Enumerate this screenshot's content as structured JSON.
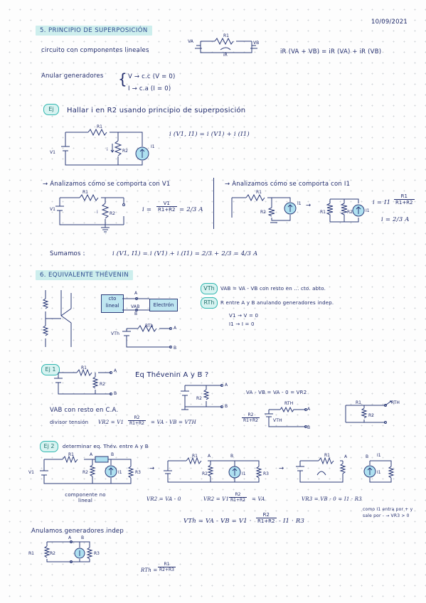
{
  "date": "10/09/2021",
  "section5": {
    "heading": "5. PRINCIPIO DE SUPERPOSICIÓN",
    "intro": "circuito con componentes lineales",
    "formula_main": "iR (VA + VB) = iR (VA) + iR (VB)",
    "anular": "Anular generadores",
    "rule_v": "V → c.c (V = 0)",
    "rule_i": "I → c.a (I = 0)",
    "c1_labels": {
      "r1": "R1",
      "va": "VA",
      "vb": "VB",
      "ir": "iR"
    }
  },
  "ej1": {
    "badge": "Ej",
    "task": "Hallar i en R2 usando principio de superposición",
    "relation": "i (V1, I1) = i (V1) + i (I1)",
    "labels": {
      "r1": "R1",
      "r2": "R2",
      "v1": "V1",
      "i1": "I1",
      "i": "i"
    },
    "analysis_v": "→ Analizamos cómo se comporta con V1",
    "analysis_i": "→ Analizamos cómo se comporta con I1",
    "eq_v_lhs": "i =",
    "eq_v_num": "V1",
    "eq_v_den": "R1+R2",
    "eq_v_rhs": "= 2/3 A",
    "eq_i_lhs": "i = I1",
    "eq_i_num": "R1",
    "eq_i_den": "R1+R2",
    "eq_i_rhs": "i = 2/3 A",
    "sumamos_label": "Sumamos :",
    "sumamos_eq": "i (V1, I1) = i (V1) + i (I1) = 2/3 + 2/3 = 4/3 A"
  },
  "section6": {
    "heading": "6. EQUIVALENTE THÉVENIN",
    "box_lineal": "cto lineal",
    "box_electr": "Electrón",
    "vab": "VAB",
    "vth_label": "VTh",
    "rth_label": "RTh",
    "a": "A",
    "b": "B",
    "vth_def": "VAB = VA - VB  con resto en ... cto. abto.",
    "rth_def": "R entre A y B anulando generadores indep.",
    "rule_v": "V1 → V = 0",
    "rule_i": "I1 → I = 0",
    "rth_sym": "RTh",
    "vth_sym": "VTh"
  },
  "ej2": {
    "badge": "Ej 1",
    "task": "Eq Thévenin A y B ?",
    "vab_text": "VAB  con resto en C.A.",
    "divisor": "divisor tensión",
    "vr2_eq": "VR2 = V1",
    "frac_num": "R2",
    "frac_den": "R1+R2",
    "vr2_tail": "= VA - VB = VTH",
    "va_vb": "VA - VB = VA - 0 = VR2",
    "labels": {
      "r1": "R1",
      "r2": "R2",
      "a": "A",
      "b": "B",
      "rth": "RTH",
      "vth": "VTH"
    }
  },
  "ej3": {
    "badge": "Ej 2",
    "task": "determinar eq. Thév. entre A y B",
    "component": "componente no lineal",
    "vr2_a": "VR2 = VA - 0",
    "vr2_b": "VR2 = V1",
    "vr2_b_num": "R2",
    "vr2_b_den": "R1+R2",
    "vr2_b_tail": "= VA",
    "vr3": "VR3 = VB - 0 = I1 · R3",
    "vth_eq": "VTh = VA - VB = V1 ·",
    "vth_num": "R2",
    "vth_den": "R1+R2",
    "vth_tail": "- I1 · R3",
    "note": "como I1 entra por + y sale por - → VR3 > 0",
    "labels": {
      "r1": "R1",
      "r2": "R2",
      "r3": "R3",
      "v1": "V1",
      "i1": "I1",
      "a": "A",
      "b": "B"
    }
  },
  "anulamos": {
    "text": "Anulamos generadores indep",
    "rth_eq": "RTh =",
    "num": "R1",
    "den": "R2+R3",
    "labels": {
      "r1": "R1",
      "r2": "R2",
      "r3": "R3",
      "a": "A",
      "b": "B"
    }
  }
}
